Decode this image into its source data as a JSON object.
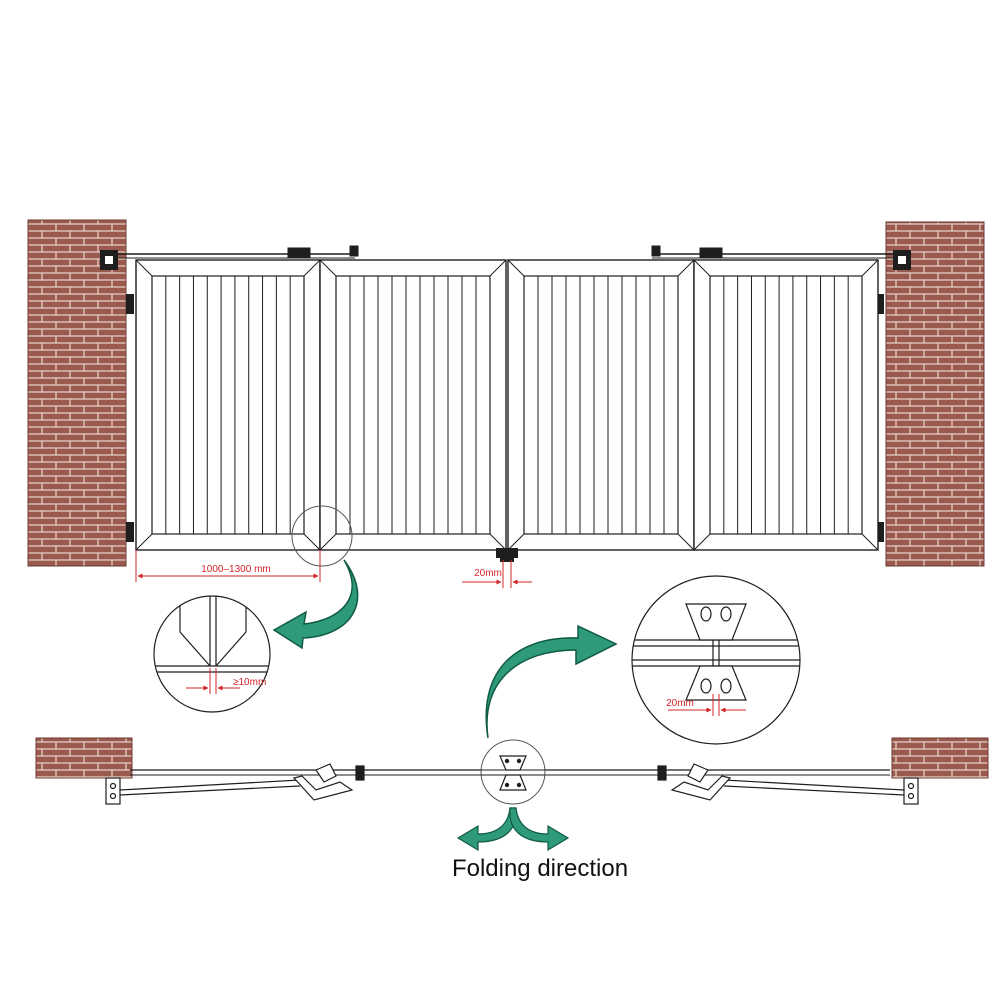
{
  "colors": {
    "brick": "#9b5a4e",
    "mortar": "#e9d6cf",
    "line": "#1e1e1e",
    "dimension": "#d4242a",
    "arrow": "#2e9a7a",
    "arrow_dark": "#0f5a44"
  },
  "labels": {
    "width_range": "1000–1300 mm",
    "gap_min": "≥10mm",
    "gap_center": "20mm",
    "gap_detail": "20mm",
    "folding_direction": "Folding direction"
  },
  "icons": {
    "walls": "brick-pillar-icon",
    "arrows": "curved-arrow-icon",
    "folding": "two-way-arrow-icon"
  }
}
